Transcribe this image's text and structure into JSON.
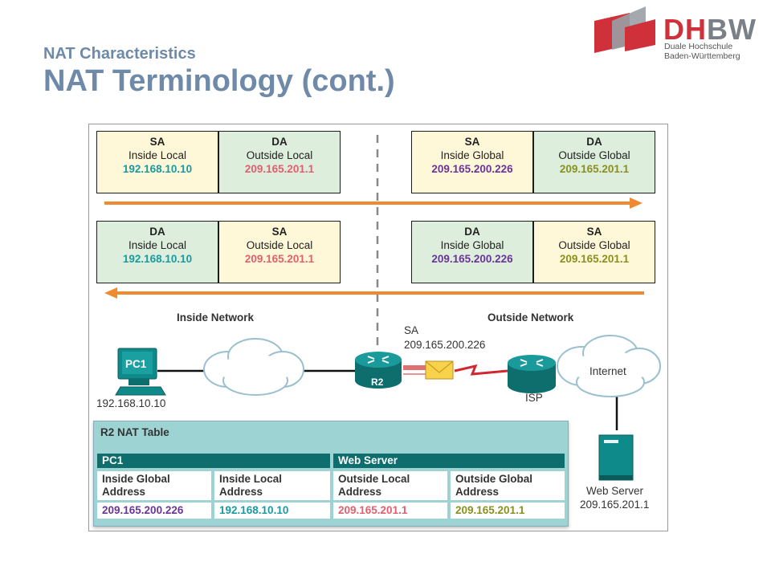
{
  "slide": {
    "subtitle": "NAT Characteristics",
    "title": "NAT Terminology (cont.)"
  },
  "logo": {
    "name": "DHBW",
    "line1": "Duale Hochschule",
    "line2": "Baden-Württemberg"
  },
  "packets_out": [
    {
      "head": "SA",
      "type": "Inside Local",
      "ip": "192.168.10.10"
    },
    {
      "head": "DA",
      "type": "Outside Local",
      "ip": "209.165.201.1"
    },
    {
      "head": "SA",
      "type": "Inside Global",
      "ip": "209.165.200.226"
    },
    {
      "head": "DA",
      "type": "Outside Global",
      "ip": "209.165.201.1"
    }
  ],
  "packets_in": [
    {
      "head": "DA",
      "type": "Inside Local",
      "ip": "192.168.10.10"
    },
    {
      "head": "SA",
      "type": "Outside Local",
      "ip": "209.165.201.1"
    },
    {
      "head": "DA",
      "type": "Inside Global",
      "ip": "209.165.200.226"
    },
    {
      "head": "SA",
      "type": "Outside Global",
      "ip": "209.165.201.1"
    }
  ],
  "network": {
    "inside_label": "Inside Network",
    "outside_label": "Outside Network",
    "pc_label": "PC1",
    "pc_ip": "192.168.10.10",
    "router_label": "R2",
    "isp_label": "ISP",
    "internet_label": "Internet",
    "sa_label": "SA",
    "sa_ip": "209.165.200.226",
    "server_label": "Web Server",
    "server_ip": "209.165.201.1"
  },
  "nat_table": {
    "caption": "R2 NAT Table",
    "group_pc": "PC1",
    "group_server": "Web Server",
    "headers": [
      "Inside Global Address",
      "Inside Local Address",
      "Outside Local Address",
      "Outside Global Address"
    ],
    "header_lines": [
      [
        "Inside Global",
        "Address"
      ],
      [
        "Inside Local",
        "Address"
      ],
      [
        "Outside Local",
        "Address"
      ],
      [
        "Outside Global",
        "Address"
      ]
    ],
    "values": [
      "209.165.200.226",
      "192.168.10.10",
      "209.165.201.1",
      "209.165.201.1"
    ]
  },
  "colors": {
    "title": "#6e8aa8",
    "arrow": "#f08a30",
    "inside_local": "#1a9aa0",
    "outside_local": "#e06070",
    "inside_global": "#6a3596",
    "outside_global": "#8a9020",
    "router": "#0e7a7a",
    "logo_red": "#d0303a"
  }
}
